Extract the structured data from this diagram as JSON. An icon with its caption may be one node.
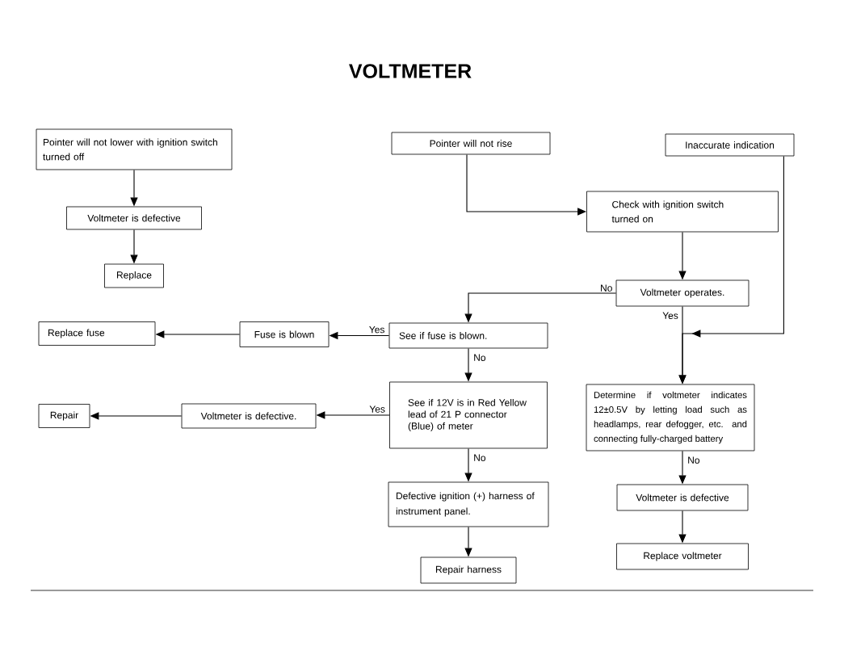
{
  "diagram": {
    "title": "VOLTMETER",
    "nodes": [
      {
        "text": [
          "Pointer will not lower with ignition switch turned off"
        ]
      },
      {
        "text": [
          "Voltmeter is defective"
        ]
      },
      {
        "text": [
          "Replace"
        ]
      },
      {
        "text": [
          "Pointer will not rise"
        ]
      },
      {
        "text": [
          "Inaccurate indication"
        ]
      },
      {
        "text": [
          "Check with ignition switch turned on"
        ]
      },
      {
        "text": [
          "Voltmeter operates."
        ]
      },
      {
        "text": [
          "Replace fuse"
        ]
      },
      {
        "text": [
          "Fuse is blown"
        ]
      },
      {
        "text": [
          "See if fuse is blown."
        ]
      },
      {
        "text": [
          "Repair"
        ]
      },
      {
        "text": [
          "Voltmeter is defective."
        ]
      },
      {
        "text": [
          "See if 12V is in Red Yellow lead of 21 P connector (Blue) of meter"
        ]
      },
      {
        "text": [
          "Determine if voltmeter indicates 12±0.5V by letting load such as headlamps, rear defogger, etc. and connecting fully-charged battery"
        ]
      },
      {
        "text": [
          "Defective ignition (+) harness of instrument panel."
        ]
      },
      {
        "text": [
          "Repair harness"
        ]
      },
      {
        "text": [
          "Voltmeter is defective"
        ]
      },
      {
        "text": [
          "Replace voltmeter"
        ]
      }
    ],
    "edges": [
      {
        "from": 0,
        "to": 1,
        "arrow": "to"
      },
      {
        "from": 1,
        "to": 2,
        "arrow": "to"
      },
      {
        "from": 3,
        "to": 5,
        "arrow": "to"
      },
      {
        "from": 5,
        "to": 6,
        "arrow": "to"
      },
      {
        "from": 6,
        "to": 9,
        "arrow": "to",
        "label": "No"
      },
      {
        "from": 6,
        "to": 13,
        "arrow": "to",
        "label": "Yes"
      },
      {
        "from": 4,
        "to": 13,
        "arrow": "to"
      },
      {
        "from": 9,
        "to": 8,
        "arrow": "to",
        "label": "Yes"
      },
      {
        "from": 8,
        "to": 7,
        "arrow": "to"
      },
      {
        "from": 9,
        "to": 12,
        "arrow": "to",
        "label": "No"
      },
      {
        "from": 12,
        "to": 11,
        "arrow": "to",
        "label": "Yes"
      },
      {
        "from": 11,
        "to": 10,
        "arrow": "to"
      },
      {
        "from": 12,
        "to": 14,
        "arrow": "to",
        "label": "No"
      },
      {
        "from": 14,
        "to": 15,
        "arrow": "to"
      },
      {
        "from": 13,
        "to": 16,
        "arrow": "to",
        "label": "No"
      },
      {
        "from": 16,
        "to": 17,
        "arrow": "to"
      }
    ]
  }
}
